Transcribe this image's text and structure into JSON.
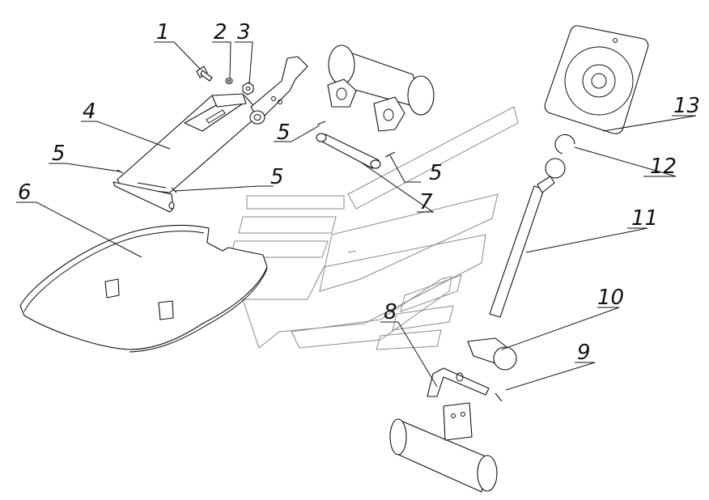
{
  "callouts": {
    "c1": "1",
    "c2": "2",
    "c3": "3",
    "c4": "4",
    "c5a": "5",
    "c5b": "5",
    "c5c": "5",
    "c5d": "5",
    "c6": "6",
    "c7": "7",
    "c8": "8",
    "c9": "9",
    "c10": "10",
    "c11": "11",
    "c12": "12",
    "c13": "13"
  },
  "colors": {
    "line": "#111111",
    "watermark": "#8a8a8a",
    "background": "#ffffff"
  }
}
